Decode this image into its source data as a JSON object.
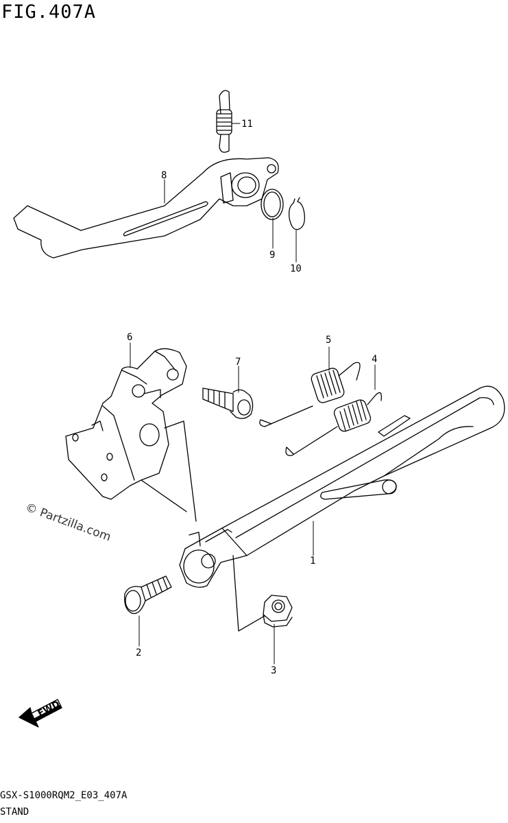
{
  "figure": {
    "title": "FIG.407A",
    "model_code": "GSX-S1000RQM2_E03_407A",
    "section_name": "STAND"
  },
  "watermark": "© Partzilla.com",
  "direction_marker": {
    "label": "FWD",
    "icon": "forward-arrow-icon"
  },
  "callouts": [
    "1",
    "2",
    "3",
    "4",
    "5",
    "6",
    "7",
    "8",
    "9",
    "10",
    "11"
  ]
}
